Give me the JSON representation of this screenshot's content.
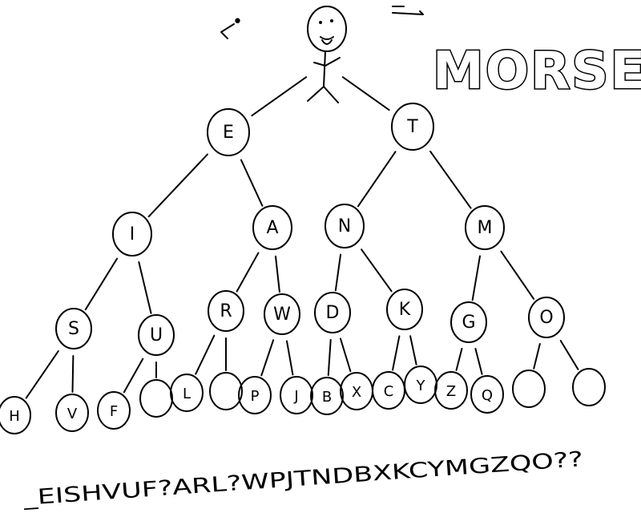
{
  "title": "MORSE",
  "legend": {
    "dot_symbol": "•",
    "dash_symbol": "—"
  },
  "tree": {
    "level1": [
      "E",
      "T"
    ],
    "level2": [
      "I",
      "A",
      "N",
      "M"
    ],
    "level3": [
      "S",
      "U",
      "R",
      "W",
      "D",
      "K",
      "G",
      "O"
    ],
    "level4": [
      "H",
      "V",
      "F",
      "",
      "L",
      "",
      "P",
      "J",
      "B",
      "X",
      "C",
      "Y",
      "Z",
      "Q",
      "",
      ""
    ]
  },
  "sequence": "_EISHVUF?ARL?WPJTNDBXKCYMGZQO??"
}
